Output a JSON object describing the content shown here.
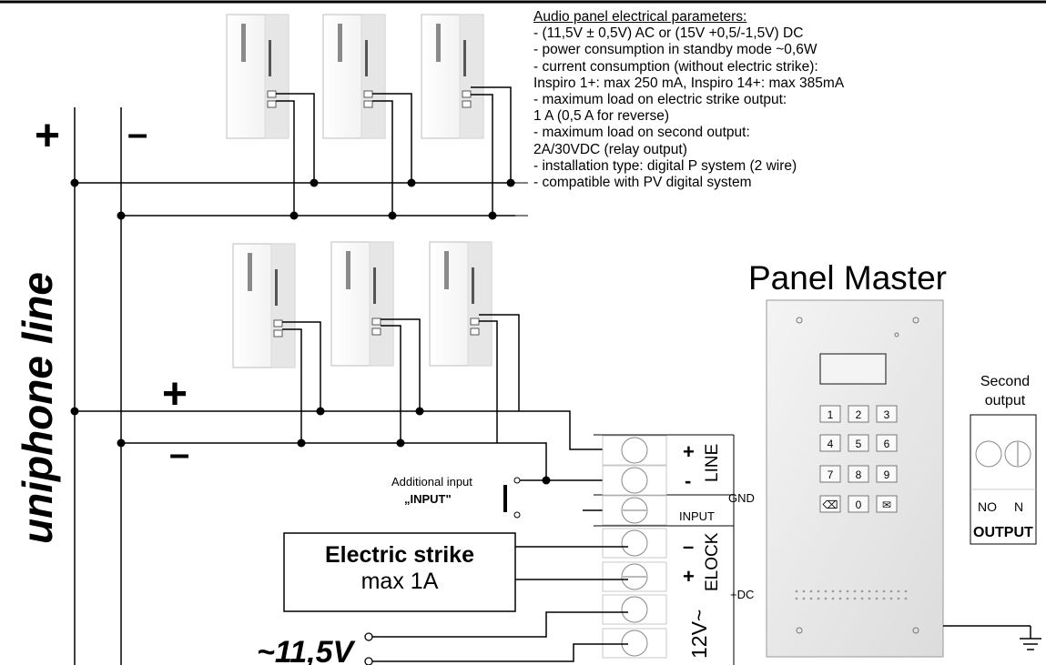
{
  "params": {
    "title": "Audio panel electrical parameters:",
    "lines": [
      "- (11,5V ± 0,5V) AC or (15V +0,5/-1,5V) DC",
      "- power consumption in standby mode ~0,6W",
      "- current consumption (without electric strike):",
      " Inspiro 1+: max 250 mA, Inspiro 14+: max 385mA",
      "- maximum load on electric strike output:",
      " 1 A  (0,5 A for reverse)",
      "- maximum load on second output:",
      " 2A/30VDC (relay output)",
      "- installation type: digital P system (2 wire)",
      "- compatible with PV digital system"
    ]
  },
  "labels": {
    "uniphone": "uniphone line",
    "plus_top": "+",
    "minus_top": "–",
    "plus_mid": "+",
    "minus_mid": "–",
    "panel_title": "Panel Master",
    "additional_input": "Additional input",
    "input_quote": "„INPUT\"",
    "gnd": "GND",
    "dc": "+DC",
    "input_term": "INPUT",
    "line_label": "LINE",
    "line_plus": "+",
    "line_minus": "-",
    "elock_label": "ELOCK",
    "elock_minus": "–",
    "elock_plus": "+",
    "supply_label": "12V~",
    "second_output_1": "Second",
    "second_output_2": "output",
    "no": "NO",
    "n": "N",
    "output": "OUTPUT",
    "strike_1": "Electric strike",
    "strike_2": "max 1A",
    "voltage": "~11,5V"
  },
  "keypad": [
    "1",
    "2",
    "3",
    "4",
    "5",
    "6",
    "7",
    "8",
    "9",
    "⌫",
    "0",
    "✉"
  ],
  "colors": {
    "line": "#000000",
    "panel": "#e8e8e8",
    "handset": "#f2f2f2"
  }
}
